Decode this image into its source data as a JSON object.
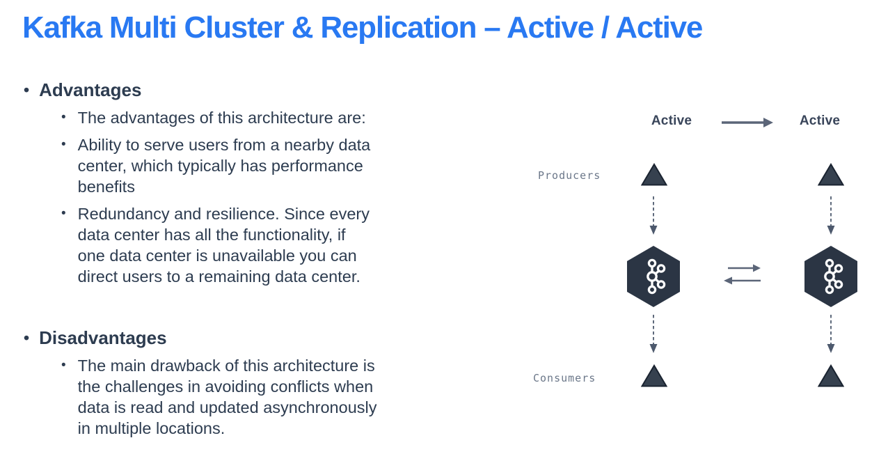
{
  "slide": {
    "title": "Kafka Multi Cluster & Replication – Active / Active"
  },
  "chars": {
    "bullet": "•"
  },
  "content": {
    "sections": [
      {
        "heading": "Advantages",
        "bullets": [
          "The advantages of this architecture are:",
          "Ability to serve users from a nearby data\ncenter, which typically has performance\nbenefits",
          "Redundancy and resilience. Since every\ndata center has all the functionality, if\none data center is unavailable you can\ndirect users to a remaining data center."
        ]
      },
      {
        "heading": "Disadvantages",
        "bullets": [
          "The main drawback of this architecture is\nthe challenges in avoiding conflicts when\ndata is read and updated asynchronously\nin multiple locations."
        ]
      }
    ]
  },
  "diagram": {
    "left_cluster_label": "Active",
    "right_cluster_label": "Active",
    "producers_label": "Producers",
    "consumers_label": "Consumers",
    "icons": {
      "cluster": "kafka-hexagon-icon",
      "producer": "producer-triangle-icon",
      "consumer": "consumer-triangle-icon",
      "flow": "right-arrow-icon",
      "replication": "bidirectional-arrows-icon",
      "stream": "dashed-down-arrow-icon"
    }
  },
  "colors": {
    "title_blue": "#2979F2",
    "text_dark": "#2D3C50",
    "label_gray": "#6B7789",
    "shape_dark": "#2B3544",
    "triangle_fill": "#36414F",
    "triangle_stroke": "#1A2330",
    "arrow_slate": "#5B6578",
    "dashed_arrow": "#4D596D",
    "background": "#FFFFFF"
  }
}
